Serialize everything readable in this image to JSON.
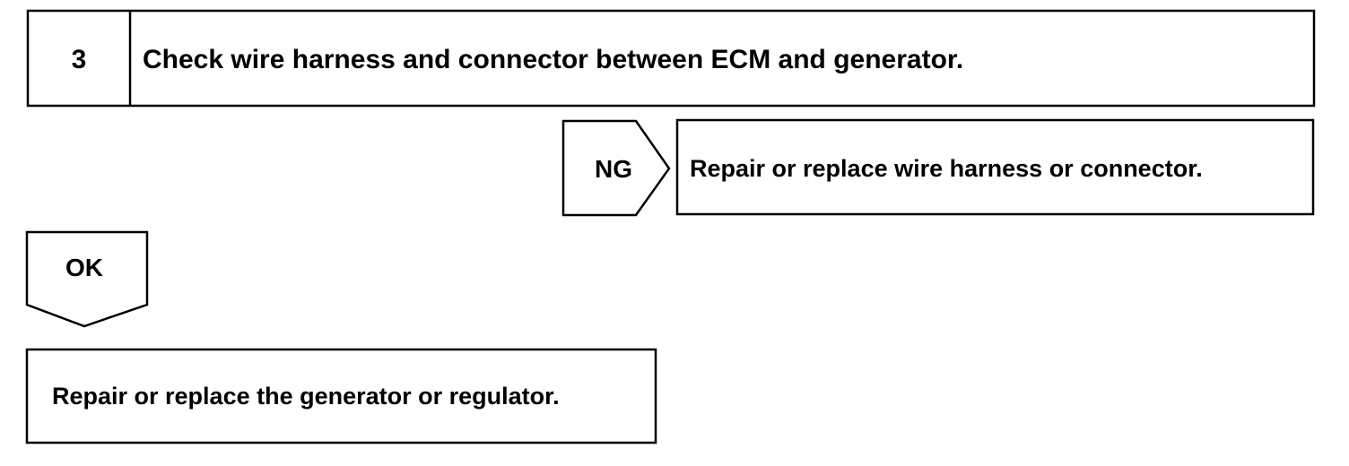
{
  "step": {
    "number": "3",
    "title": "Check wire harness and connector between ECM and generator."
  },
  "ng_branch": {
    "label": "NG",
    "action": "Repair or replace wire harness or connector."
  },
  "ok_branch": {
    "label": "OK",
    "action": "Repair or replace the generator or regulator."
  },
  "colors": {
    "line": "#000000",
    "background": "#ffffff"
  }
}
